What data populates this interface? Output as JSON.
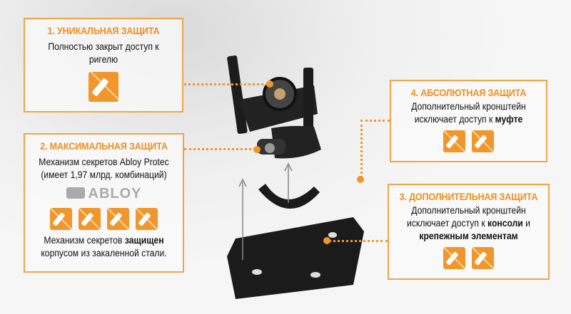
{
  "box1": {
    "title": "1. УНИКАЛЬНАЯ ЗАЩИТА",
    "text": "Полностью закрыт доступ к ригелю",
    "icons": [
      "bolt-protection-icon"
    ]
  },
  "box2": {
    "title": "2. МАКСИМАЛЬНАЯ ЗАЩИТА",
    "text1": "Механизм секретов Abloy Protec",
    "text2": "(имеет 1,97 млрд. комбинаций)",
    "logo": "ABLOY",
    "text3a": "Механизм секретов ",
    "text3b": "защищен",
    "text3c": "корпусом из закаленной стали.",
    "icons": [
      "drill-icon",
      "screwdriver-icon",
      "lock-pick-icon",
      "saw-icon"
    ]
  },
  "box4": {
    "title": "4. АБСОЛЮТНАЯ ЗАЩИТА",
    "text1": "Дополнительный кронштейн",
    "text2a": "исключает доступ к ",
    "text2b": "муфте",
    "icons": [
      "drill-icon",
      "saw-icon"
    ]
  },
  "box3": {
    "title": "3. ДОПОЛНИТЕЛЬНАЯ ЗАЩИТА",
    "text1": "Дополнительный кронштейн",
    "text2a": "исключает доступ к ",
    "text2b": "консоли",
    "text2c": " и",
    "text3": "крепежным элементам",
    "icons": [
      "drill-icon",
      "saw-icon"
    ]
  },
  "colors": {
    "accent": "#f0962a"
  }
}
